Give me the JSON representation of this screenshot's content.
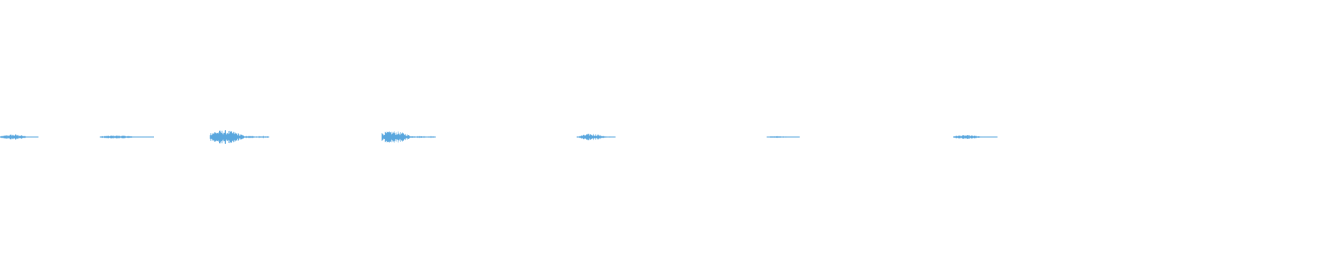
{
  "waveform": {
    "color": "#5aa7de",
    "segments": [
      {
        "start_sec": 0.0,
        "end_sec": 2.8,
        "peak": 0.16
      },
      {
        "start_sec": 7.3,
        "end_sec": 11.2,
        "peak": 0.1
      },
      {
        "start_sec": 15.3,
        "end_sec": 19.6,
        "peak": 0.42
      },
      {
        "start_sec": 27.8,
        "end_sec": 31.7,
        "peak": 0.36
      },
      {
        "start_sec": 42.0,
        "end_sec": 44.8,
        "peak": 0.2
      },
      {
        "start_sec": 55.8,
        "end_sec": 58.2,
        "peak": 0.05
      },
      {
        "start_sec": 69.4,
        "end_sec": 72.6,
        "peak": 0.12
      }
    ],
    "duration_sec": 96.0
  }
}
